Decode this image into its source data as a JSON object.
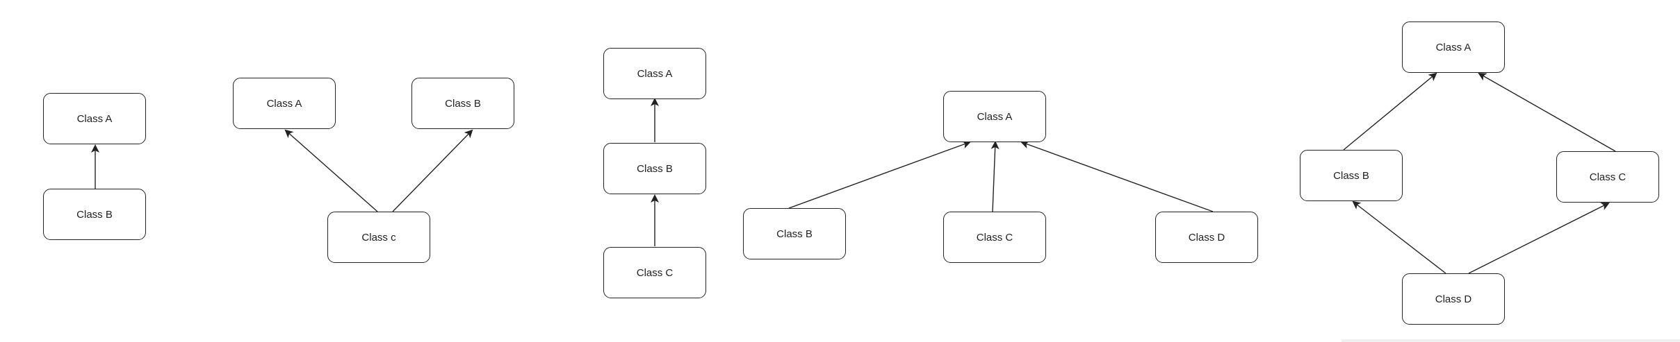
{
  "diagrams": [
    {
      "id": "single",
      "nodes": {
        "a": "Class A",
        "b": "Class B"
      },
      "edges": [
        [
          "b",
          "a"
        ]
      ]
    },
    {
      "id": "multiple",
      "nodes": {
        "a": "Class A",
        "b": "Class B",
        "c": "Class c"
      },
      "edges": [
        [
          "c",
          "a"
        ],
        [
          "c",
          "b"
        ]
      ]
    },
    {
      "id": "multilevel",
      "nodes": {
        "a": "Class A",
        "b": "Class B",
        "c": "Class C"
      },
      "edges": [
        [
          "b",
          "a"
        ],
        [
          "c",
          "b"
        ]
      ]
    },
    {
      "id": "hierarchical",
      "nodes": {
        "a": "Class A",
        "b": "Class B",
        "c": "Class C",
        "d": "Class D"
      },
      "edges": [
        [
          "b",
          "a"
        ],
        [
          "c",
          "a"
        ],
        [
          "d",
          "a"
        ]
      ]
    },
    {
      "id": "hybrid",
      "nodes": {
        "a": "Class A",
        "b": "Class B",
        "c": "Class C",
        "d": "Class D"
      },
      "edges": [
        [
          "b",
          "a"
        ],
        [
          "c",
          "a"
        ],
        [
          "d",
          "b"
        ],
        [
          "d",
          "c"
        ]
      ]
    }
  ],
  "colors": {
    "stroke": "#222222",
    "background": "#ffffff"
  }
}
